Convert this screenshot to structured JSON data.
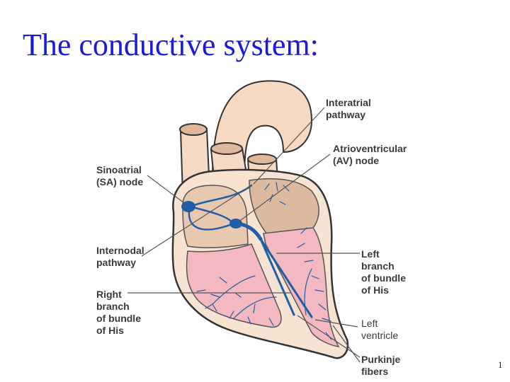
{
  "title": "The conductive system:",
  "labels": {
    "interatrial": "Interatrial\npathway",
    "av_node": "Atrioventricular\n(AV) node",
    "sa_node": "Sinoatrial\n(SA) node",
    "internodal": "Internodal\npathway",
    "left_branch": "Left\nbranch\nof bundle\nof His",
    "right_branch": "Right\nbranch\nof bundle\nof His",
    "left_ventricle": "Left\nventricle",
    "purkinje": "Purkinje\nfibers"
  },
  "page_number": "1",
  "colors": {
    "title": "#1a1adb",
    "heart_outline": "#333333",
    "vessels": "#f5d9c2",
    "atria": "#ead0b8",
    "ventricle": "#f4b8c0",
    "conduction": "#1f5fa8"
  }
}
